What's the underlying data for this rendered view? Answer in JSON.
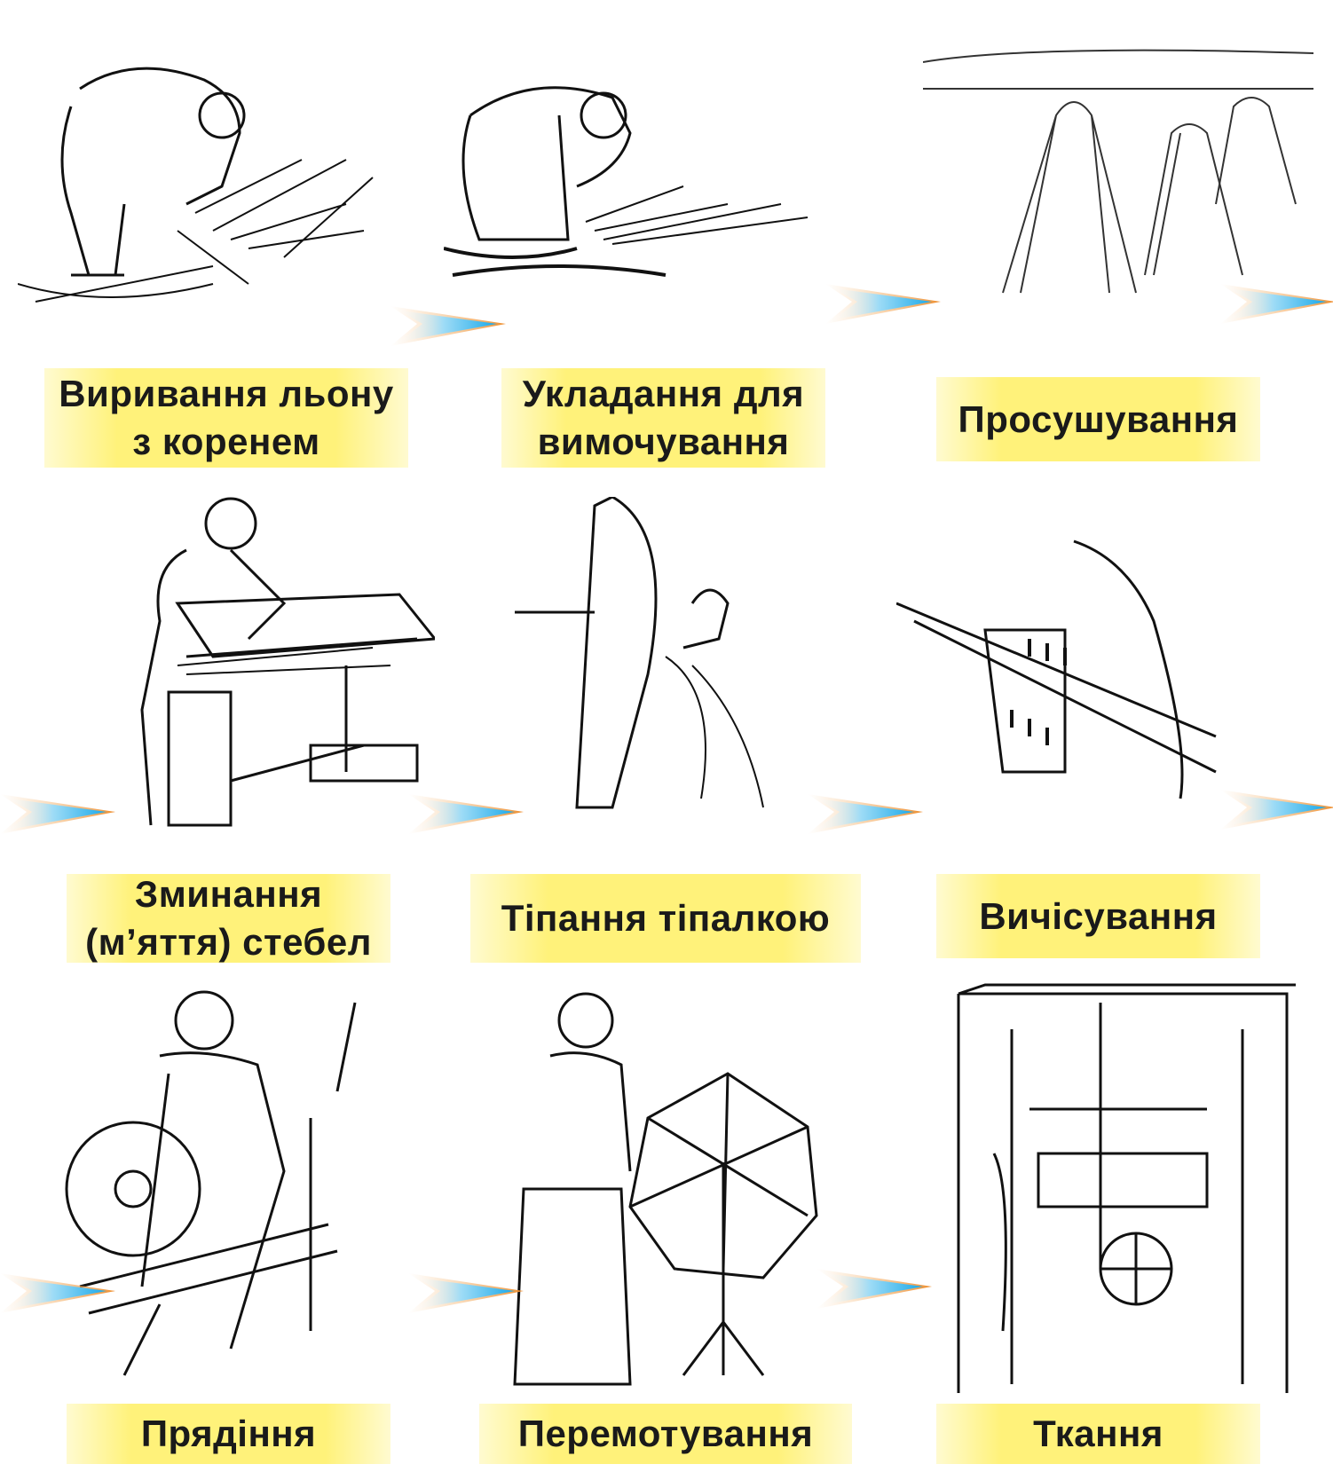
{
  "title": "Flax processing steps",
  "steps": [
    {
      "label": "Виривання льону з коренем",
      "line1": "Виривання льону",
      "line2": "з коренем",
      "illustration": "woman-pulling-flax"
    },
    {
      "label": "Укладання для вимочування",
      "line1": "Укладання для",
      "line2": "вимочування",
      "illustration": "woman-laying-flax-in-water"
    },
    {
      "label": "Просушування",
      "illustration": "flax-sheaves-drying"
    },
    {
      "label": "Зминання (м'яття) стебел",
      "line1": "Зминання",
      "line2": "(м’яття) стебел",
      "illustration": "woman-at-flax-brake"
    },
    {
      "label": "Тіпання тіпалкою",
      "illustration": "scutching-knife"
    },
    {
      "label": "Вичісування",
      "illustration": "combing-on-hackle"
    },
    {
      "label": "Прядіння",
      "illustration": "woman-at-spinning-wheel"
    },
    {
      "label": "Перемотування",
      "illustration": "woman-at-reel"
    },
    {
      "label": "Ткання",
      "illustration": "weaving-loom"
    }
  ],
  "colors": {
    "label_bg": "#fff27a",
    "arrow_fill": "#2bb6ee",
    "arrow_edge": "#f0a040"
  }
}
